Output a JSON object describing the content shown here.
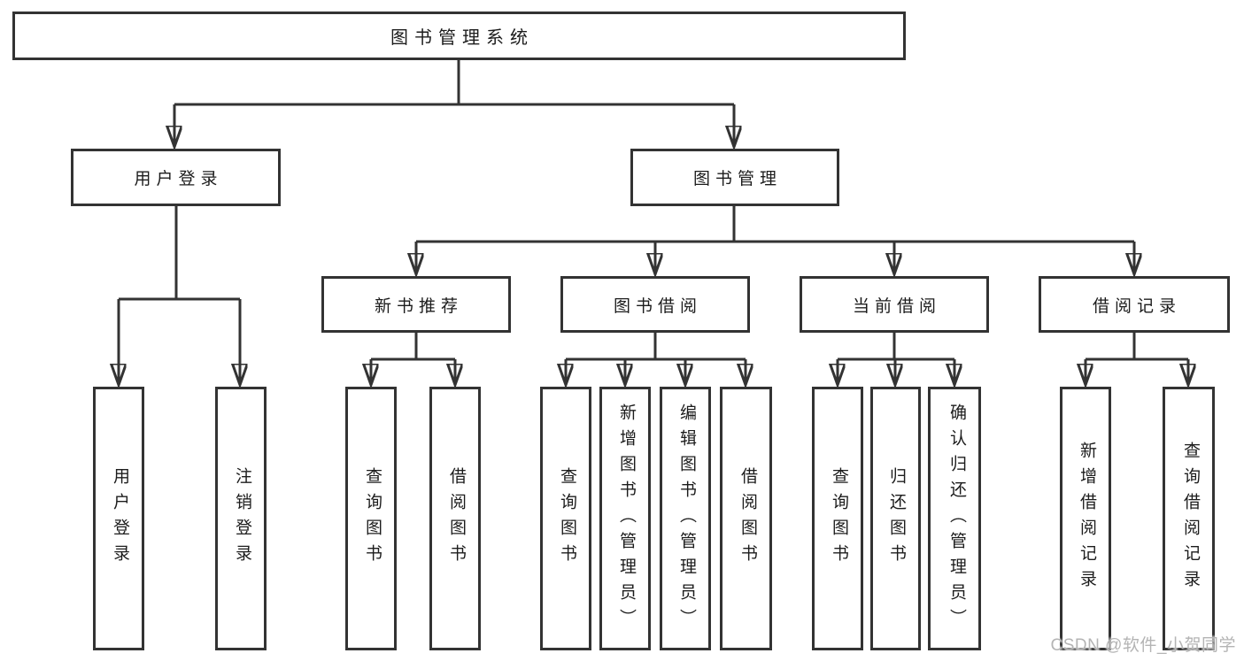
{
  "diagram": {
    "root": "图书管理系统",
    "branches": [
      {
        "label": "用户登录",
        "leaves": [
          "用户登录",
          "注销登录"
        ]
      },
      {
        "label": "图书管理",
        "groups": [
          {
            "label": "新书推荐",
            "leaves": [
              "查询图书",
              "借阅图书"
            ]
          },
          {
            "label": "图书借阅",
            "leaves": [
              "查询图书",
              "新增图书（管理员）",
              "编辑图书（管理员）",
              "借阅图书"
            ]
          },
          {
            "label": "当前借阅",
            "leaves": [
              "查询图书",
              "归还图书",
              "确认归还（管理员）"
            ]
          },
          {
            "label": "借阅记录",
            "leaves": [
              "新增借阅记录",
              "查询借阅记录"
            ]
          }
        ]
      }
    ]
  },
  "colors": {
    "line": "#333333",
    "text": "#1c1c1c",
    "background": "#ffffff",
    "watermark": "#b4b4b4"
  },
  "watermark": {
    "text": "CSDN @软件_小贺同学"
  }
}
